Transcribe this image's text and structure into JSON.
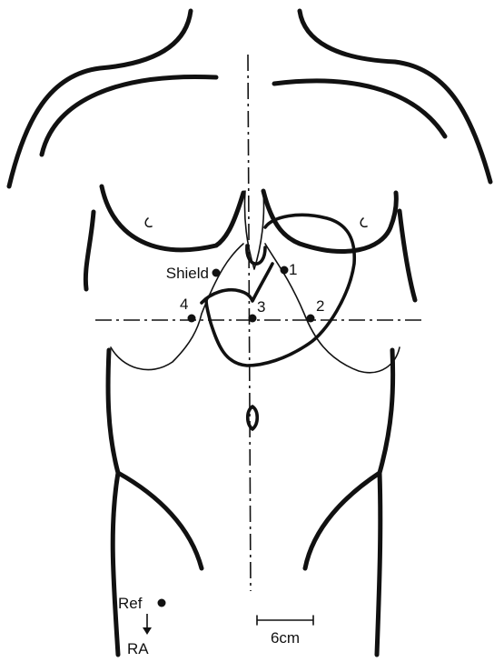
{
  "labels": {
    "shield": "Shield",
    "e1": "1",
    "e2": "2",
    "e3": "3",
    "e4": "4",
    "ref": "Ref",
    "ra": "RA",
    "scale": "6cm"
  },
  "colors": {
    "ink": "#111111",
    "background": "#ffffff"
  }
}
